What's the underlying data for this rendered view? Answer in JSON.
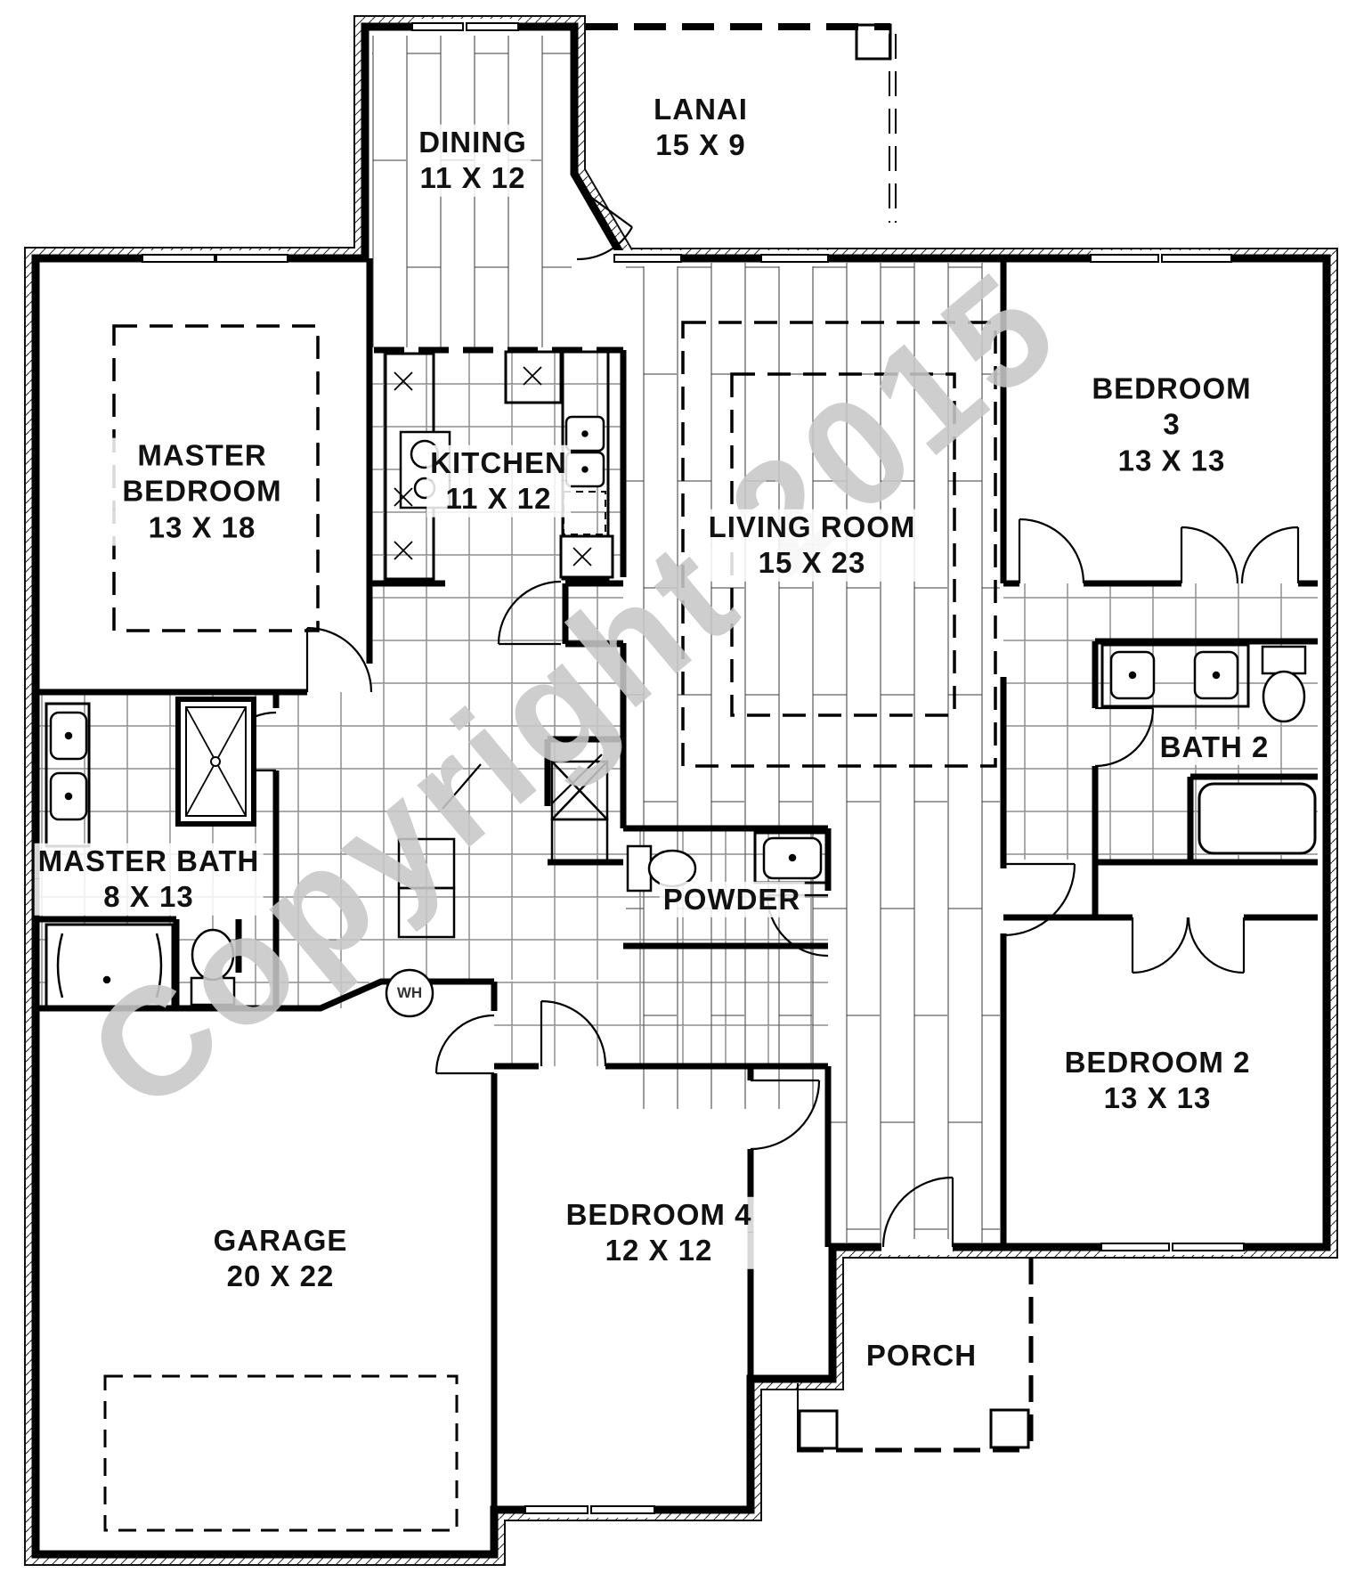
{
  "watermark": {
    "text": "Copyright 2015"
  },
  "rooms": {
    "dining": {
      "name": "DINING",
      "dims": "11 X 12"
    },
    "lanai": {
      "name": "LANAI",
      "dims": "15 X 9"
    },
    "master_bedroom": {
      "name": "MASTER BEDROOM",
      "dims": "13 X 18"
    },
    "kitchen": {
      "name": "KITCHEN",
      "dims": "11 X 12"
    },
    "living_room": {
      "name": "LIVING ROOM",
      "dims": "15 X 23"
    },
    "bedroom3": {
      "name": "BEDROOM 3",
      "dims": "13 X 13"
    },
    "bath2": {
      "name": "BATH 2",
      "dims": ""
    },
    "master_bath": {
      "name": "MASTER BATH",
      "dims": "8 X 13"
    },
    "powder": {
      "name": "POWDER",
      "dims": ""
    },
    "bedroom2": {
      "name": "BEDROOM 2",
      "dims": "13 X 13"
    },
    "bedroom4": {
      "name": "BEDROOM 4",
      "dims": "12 X 12"
    },
    "garage": {
      "name": "GARAGE",
      "dims": "20 X 22"
    },
    "porch": {
      "name": "PORCH",
      "dims": ""
    }
  },
  "labels": {
    "water_heater": "WH"
  }
}
